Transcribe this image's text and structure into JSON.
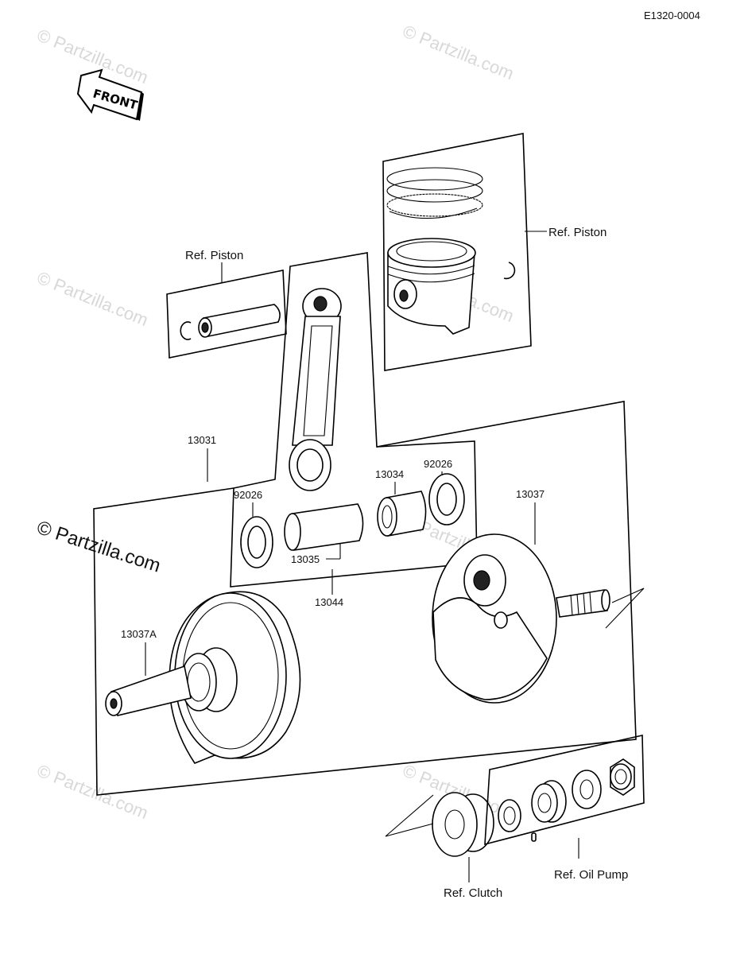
{
  "diagram_code": "E1320-0004",
  "front_label": "FRONT",
  "watermark": "© Partzilla.com",
  "labels": {
    "ref_piston_left": "Ref.  Piston",
    "ref_piston_right": "Ref.  Piston",
    "ref_clutch": "Ref.  Clutch",
    "ref_oil_pump": "Ref.  Oil Pump"
  },
  "part_numbers": {
    "crankshaft_assy": "13031",
    "crank_pin_washer_left": "92026",
    "needle_bearing": "13034",
    "crank_pin_washer_right": "92026",
    "crank_pin": "13035",
    "connecting_rod_assy": "13044",
    "crank_half_right": "13037",
    "crank_half_left": "13037A"
  }
}
